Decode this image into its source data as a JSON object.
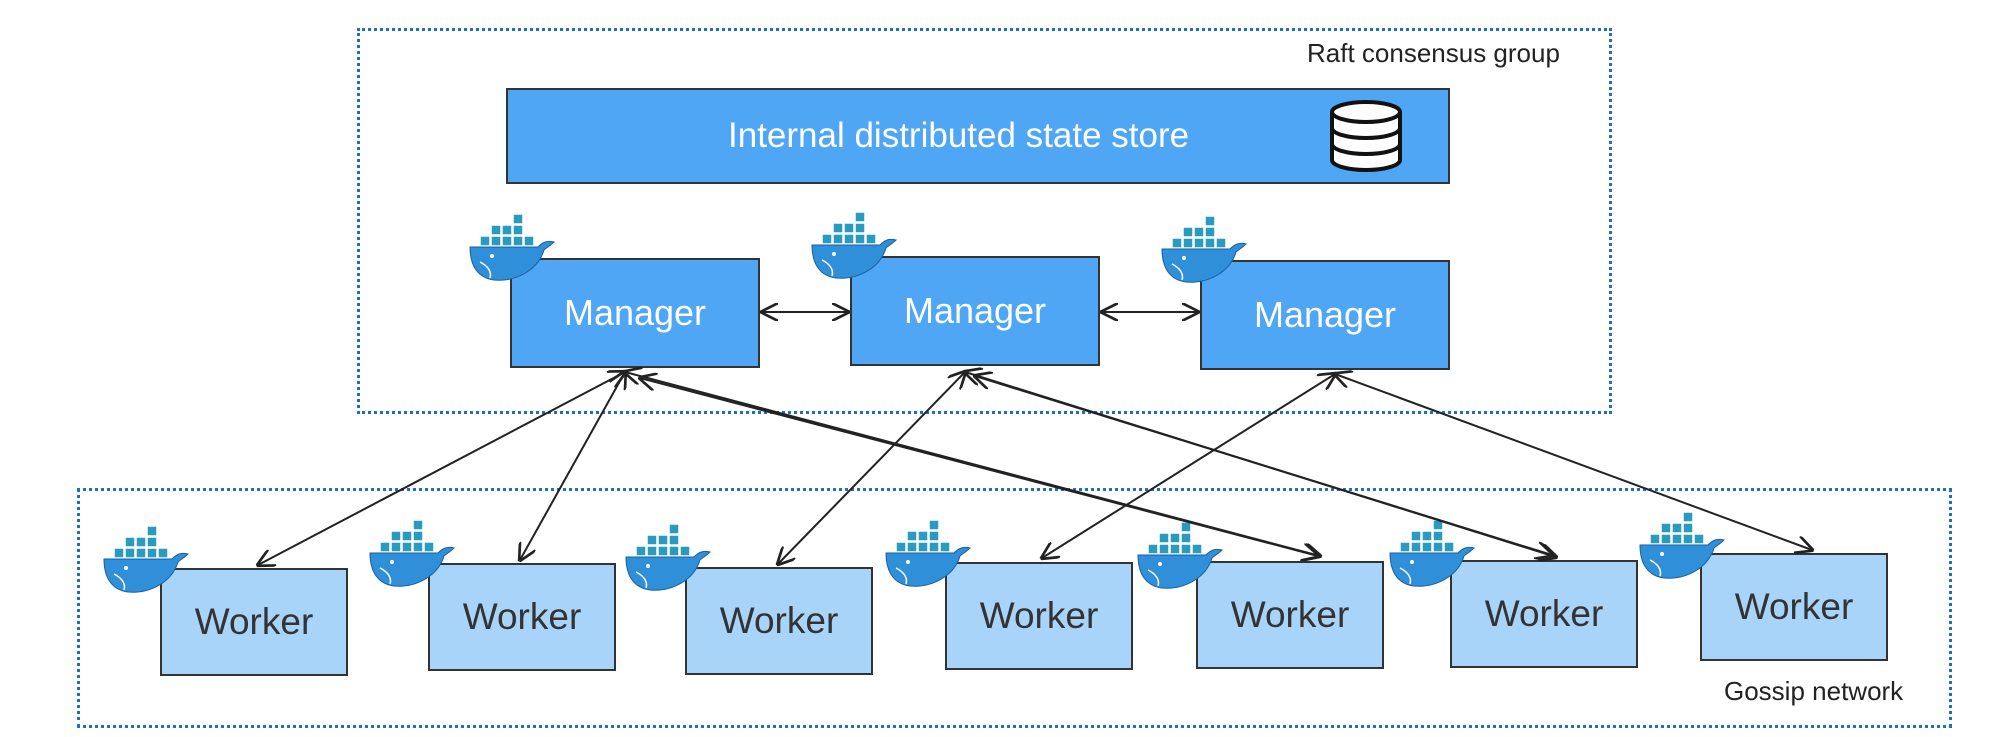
{
  "raft_group": {
    "label": "Raft consensus group"
  },
  "gossip_group": {
    "label": "Gossip network"
  },
  "state_store": {
    "label": "Internal distributed state store",
    "icon": "database-icon"
  },
  "managers": [
    {
      "label": "Manager"
    },
    {
      "label": "Manager"
    },
    {
      "label": "Manager"
    }
  ],
  "workers": [
    {
      "label": "Worker"
    },
    {
      "label": "Worker"
    },
    {
      "label": "Worker"
    },
    {
      "label": "Worker"
    },
    {
      "label": "Worker"
    },
    {
      "label": "Worker"
    },
    {
      "label": "Worker"
    }
  ],
  "colors": {
    "manager_fill": "#4ea6f5",
    "worker_fill": "#a9d4fa",
    "group_border": "#1f6fbf",
    "whale": "#2f8fd8",
    "container": "#2a9bbf"
  },
  "links": {
    "manager_manager": [
      [
        0,
        1
      ],
      [
        1,
        2
      ]
    ],
    "manager_worker": [
      [
        0,
        0
      ],
      [
        0,
        1
      ],
      [
        0,
        4
      ],
      [
        1,
        2
      ],
      [
        1,
        5
      ],
      [
        2,
        3
      ],
      [
        2,
        6
      ]
    ]
  }
}
